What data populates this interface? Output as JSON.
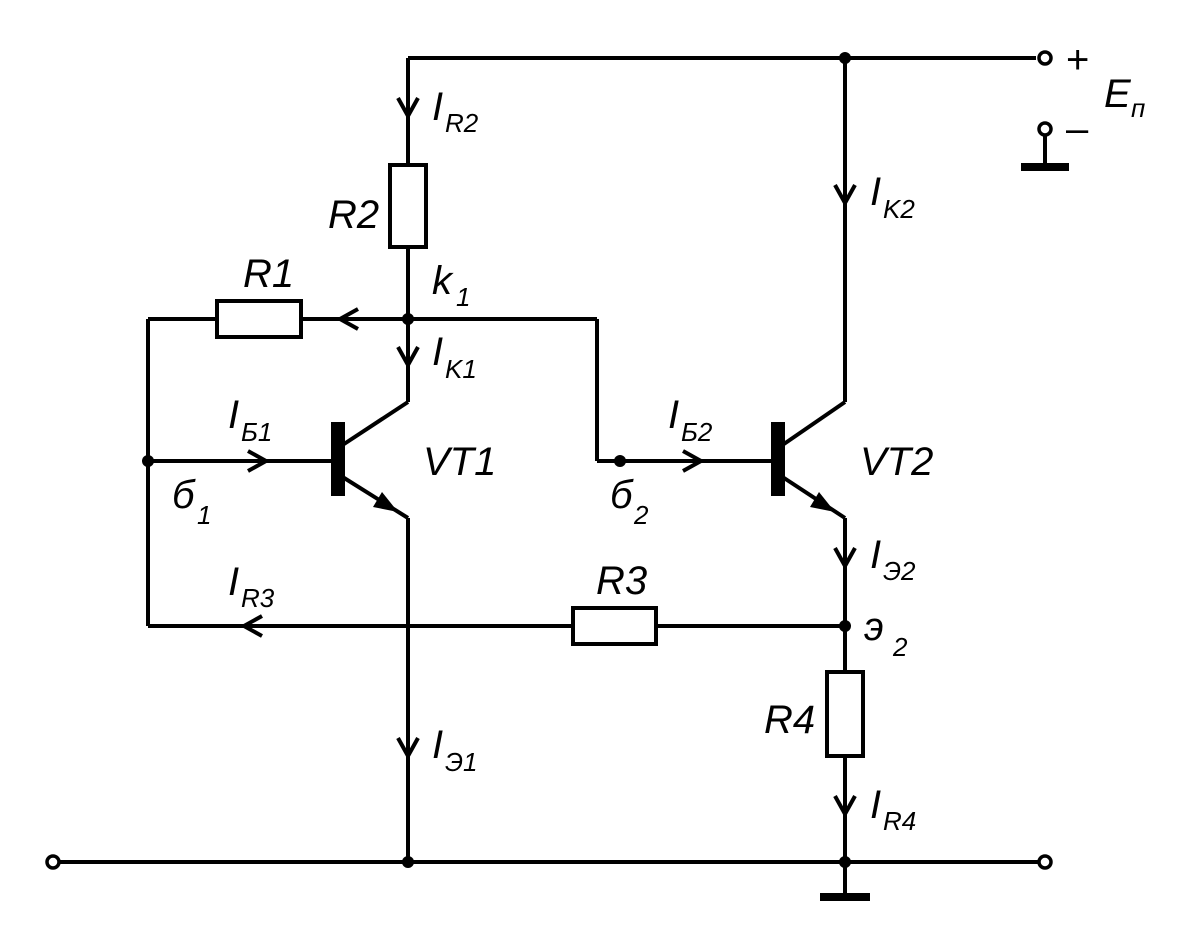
{
  "resistors": {
    "r1": "R1",
    "r2": "R2",
    "r3": "R3",
    "r4": "R4"
  },
  "transistors": {
    "vt1": "VT1",
    "vt2": "VT2"
  },
  "supply": {
    "symbol": "E",
    "subscript": "п",
    "plus": "+",
    "minus": "–"
  },
  "nodes": {
    "k1": {
      "main": "k",
      "sub": "1"
    },
    "b1": {
      "main": "б",
      "sub": "1"
    },
    "b2": {
      "main": "б",
      "sub": "2"
    },
    "e2": {
      "main": "э",
      "sub": "2"
    }
  },
  "currents": {
    "ir2": {
      "main": "I",
      "sub": "R2"
    },
    "ik1": {
      "main": "I",
      "sub": "K1"
    },
    "ib1": {
      "main": "I",
      "sub": "Б1"
    },
    "ir3": {
      "main": "I",
      "sub": "R3"
    },
    "ie1": {
      "main": "I",
      "sub": "Э1"
    },
    "ik2": {
      "main": "I",
      "sub": "K2"
    },
    "ib2": {
      "main": "I",
      "sub": "Б2"
    },
    "ie2": {
      "main": "I",
      "sub": "Э2"
    },
    "ir4": {
      "main": "I",
      "sub": "R4"
    }
  }
}
